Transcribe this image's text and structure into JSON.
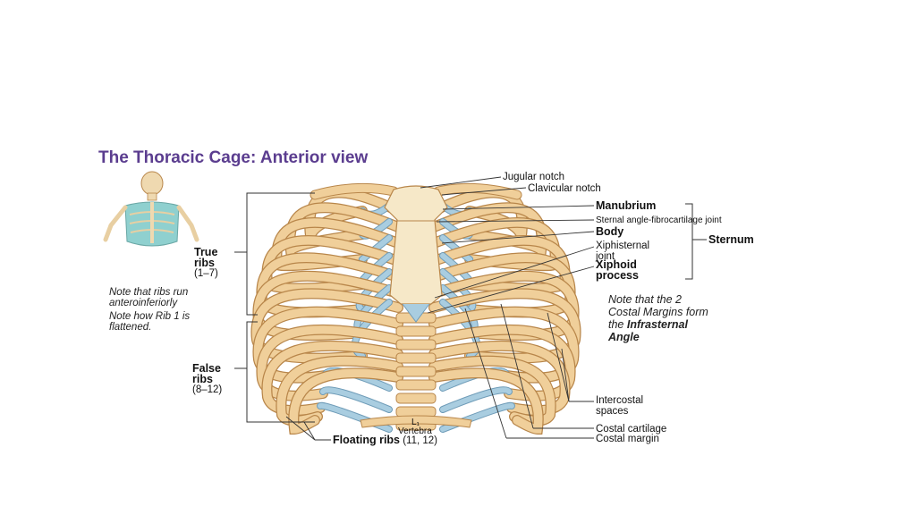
{
  "title": "The Thoracic Cage: Anterior view",
  "labels": {
    "jugular_notch": "Jugular notch",
    "clavicular_notch": "Clavicular notch",
    "manubrium": "Manubrium",
    "sternal_angle": "Sternal angle-fibrocartilage joint",
    "body": "Body",
    "xiphisternal_1": "Xiphisternal",
    "xiphisternal_2": "joint",
    "xiphoid_1": "Xiphoid",
    "xiphoid_2": "process",
    "sternum": "Sternum",
    "true_ribs_1": "True",
    "true_ribs_2": "ribs",
    "true_ribs_3": "(1–7)",
    "false_ribs_1": "False",
    "false_ribs_2": "ribs",
    "false_ribs_3": "(8–12)",
    "intercostal_1": "Intercostal",
    "intercostal_2": "spaces",
    "costal_cartilage": "Costal cartilage",
    "costal_margin": "Costal margin",
    "floating_ribs_bold": "Floating ribs",
    "floating_ribs_rest": " (11, 12)",
    "vertebra_l1": "L₁",
    "vertebra": "Vertebra"
  },
  "notes": {
    "left_1": "Note that ribs run",
    "left_2": "anteroinferiorly",
    "left_3": "Note how Rib 1 is",
    "left_4": "flattened.",
    "right_1": "Note that the 2",
    "right_2": "Costal Margins form",
    "right_3": "the ",
    "right_3_bold": "Infrasternal",
    "right_4": "Angle"
  },
  "colors": {
    "title": "#5b3d8f",
    "bone": "#f0cf9a",
    "bone_edge": "#b8864a",
    "cartilage": "#a9cde0",
    "cartilage_edge": "#6f9cb8",
    "sternum": "#f6e8c8"
  }
}
